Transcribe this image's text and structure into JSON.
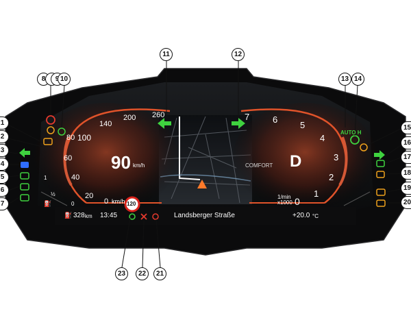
{
  "colors": {
    "warning_red": "#e53a2e",
    "warning_amber": "#f0a21c",
    "indicator_green": "#3fd23f",
    "high_beam_blue": "#2f6dff",
    "speed_limit_red": "#d9221b",
    "gauge_glow": "#e0532a"
  },
  "speedometer": {
    "ticks": [
      "0",
      "20",
      "40",
      "60",
      "80",
      "100",
      "140",
      "200",
      "260"
    ],
    "unit": "km/h",
    "current_speed": "90",
    "current_speed_unit": "km/h"
  },
  "tachometer": {
    "ticks": [
      "0",
      "1",
      "2",
      "3",
      "4",
      "5",
      "6",
      "7"
    ],
    "unit_line1": "1/min",
    "unit_line2": "x1000",
    "gear": "D",
    "drive_mode": "COMFORT"
  },
  "fuel": {
    "label_half": "½",
    "label_one": "1",
    "label_zero": "0",
    "range": "328",
    "range_unit": "km"
  },
  "status_bar": {
    "time": "13:45",
    "speed_limit": "120",
    "street": "Landsberger Straße",
    "temperature": "+20.0",
    "temperature_unit": "°C"
  },
  "auto_hold": "AUTO H",
  "indicators": {
    "turn_left_icon": "turn-signal-left-icon",
    "turn_right_icon": "turn-signal-right-icon",
    "brake_warning_icon": "brake-warning-icon",
    "parking_brake_icon": "parking-brake-icon"
  },
  "callouts": [
    "1",
    "2",
    "3",
    "4",
    "5",
    "6",
    "7",
    "8",
    "9",
    "10",
    "11",
    "12",
    "13",
    "14",
    "15",
    "16",
    "17",
    "18",
    "19",
    "20",
    "21",
    "22",
    "23"
  ]
}
